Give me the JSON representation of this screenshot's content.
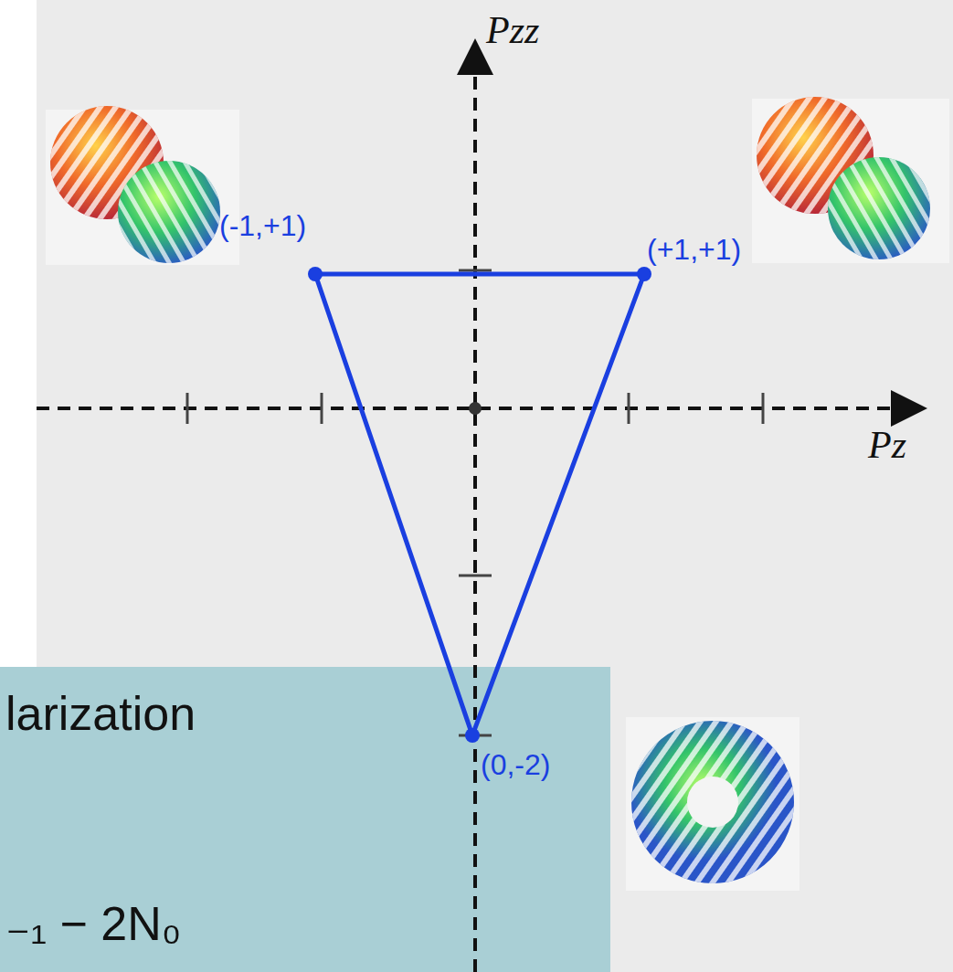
{
  "diagram": {
    "nodes": [
      {
        "text": [
          "larization",
          "₋₁ − 2N₀"
        ]
      }
    ],
    "labels": [
      "Pzz",
      "Pz",
      "(-1,+1)",
      "(+1,+1)",
      "(0,-2)"
    ]
  }
}
